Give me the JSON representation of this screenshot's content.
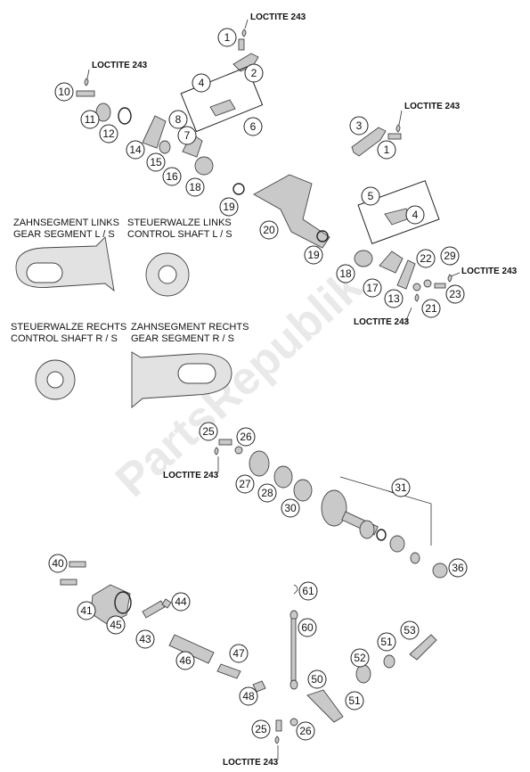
{
  "watermark": "PartsRepublik",
  "loctite_labels": [
    "LOCTITE 243",
    "LOCTITE 243",
    "LOCTITE 243",
    "LOCTITE 243",
    "LOCTITE 243",
    "LOCTITE 243",
    "LOCTITE 243"
  ],
  "insets": {
    "gear_segment_ls": {
      "line1": "ZAHNSEGMENT LINKS",
      "line2": "GEAR SEGMENT L / S"
    },
    "control_shaft_ls": {
      "line1": "STEUERWALZE LINKS",
      "line2": "CONTROL SHAFT L / S"
    },
    "control_shaft_rs": {
      "line1": "STEUERWALZE RECHTS",
      "line2": "CONTROL SHAFT R / S"
    },
    "gear_segment_rs": {
      "line1": "ZAHNSEGMENT RECHTS",
      "line2": "GEAR SEGMENT R / S"
    }
  },
  "callouts": [
    "1",
    "2",
    "4",
    "6",
    "10",
    "11",
    "12",
    "14",
    "8",
    "7",
    "15",
    "16",
    "18",
    "19",
    "20",
    "19",
    "3",
    "1",
    "5",
    "4",
    "18",
    "17",
    "13",
    "22",
    "29",
    "23",
    "21",
    "25",
    "26",
    "27",
    "28",
    "30",
    "31",
    "36",
    "40",
    "41",
    "45",
    "44",
    "43",
    "46",
    "47",
    "48",
    "61",
    "60",
    "50",
    "52",
    "51",
    "53",
    "51",
    "25",
    "26"
  ]
}
